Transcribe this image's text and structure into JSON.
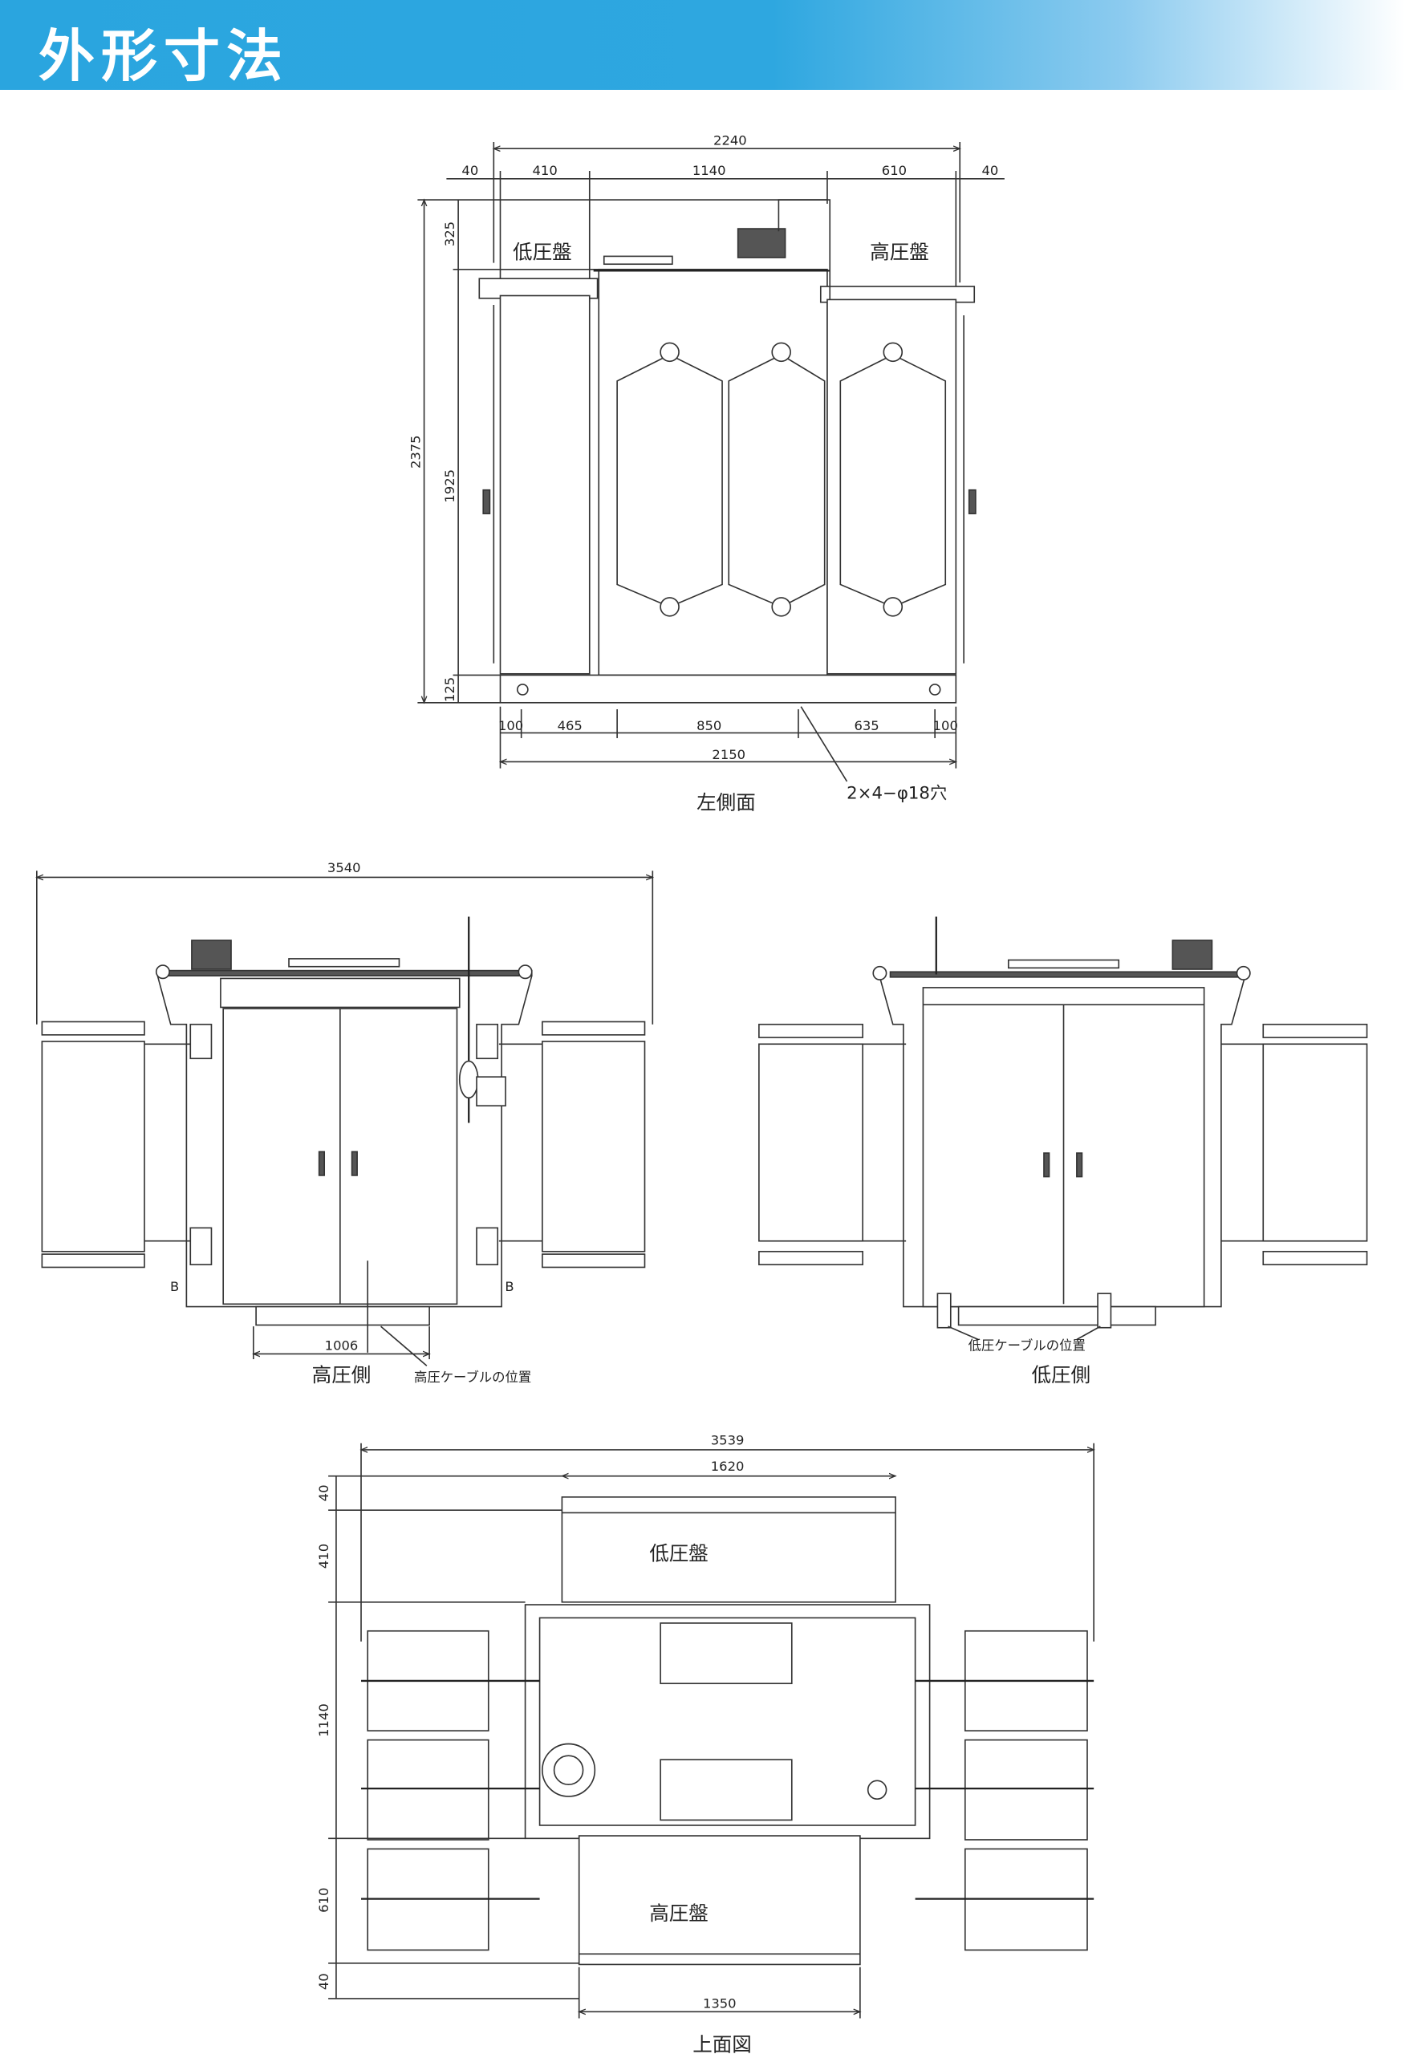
{
  "header": {
    "title": "外形寸法",
    "accent": "#2aa5df"
  },
  "left_side_view": {
    "caption": "左側面",
    "low_panel_label": "低圧盤",
    "high_panel_label": "高圧盤",
    "hole_note": "2×4−φ18穴",
    "dims_top": {
      "overall": "2240",
      "parts": [
        "40",
        "410",
        "1140",
        "610",
        "40"
      ]
    },
    "dims_vertical": {
      "overall": "2375",
      "parts": [
        "325",
        "1925",
        "125"
      ]
    },
    "dims_bottom": {
      "overall": "2150",
      "parts": [
        "100",
        "465",
        "850",
        "635",
        "100"
      ]
    }
  },
  "high_side_view": {
    "caption": "高圧側",
    "cable_note": "高圧ケーブルの位置",
    "width_dim": "3540",
    "base_dim": "1006",
    "section_mark": "B"
  },
  "low_side_view": {
    "caption": "低圧側",
    "cable_note": "低圧ケーブルの位置"
  },
  "top_view": {
    "caption": "上面図",
    "low_panel_label": "低圧盤",
    "high_panel_label": "高圧盤",
    "overall_dim": "3539",
    "low_panel_dim": "1620",
    "high_panel_dim": "1350",
    "dims_vertical": [
      "40",
      "410",
      "1140",
      "610",
      "40"
    ]
  }
}
